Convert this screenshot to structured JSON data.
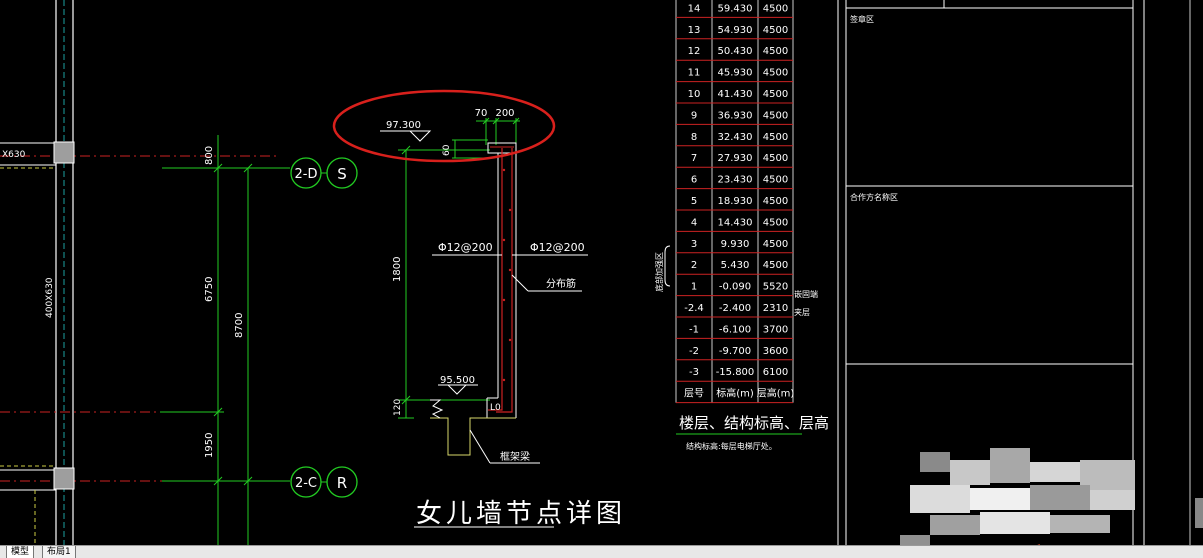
{
  "tabs": [
    {
      "label": "模型",
      "active": true
    },
    {
      "label": "布局1",
      "active": false
    }
  ],
  "colors": {
    "background": "#000000",
    "line_green": "#22cc22",
    "line_red": "#cc2222",
    "line_white": "#ffffff",
    "line_yellow": "#d8d86a",
    "circle_red": "#d8201c",
    "table_line": "#cc2222",
    "axis_cyan": "#22c8c8"
  },
  "left_plan": {
    "beam_label_top": "X630",
    "column_label": "400X630",
    "dims": [
      "800",
      "6750",
      "1950"
    ],
    "total_dim": "8700",
    "grid_tags": [
      {
        "axis": "2-D",
        "letter": "S"
      },
      {
        "axis": "2-C",
        "letter": "R"
      }
    ]
  },
  "detail": {
    "title": "女儿墙节点详图",
    "elev_top": "97.300",
    "elev_bottom": "95.500",
    "dim_70": "70",
    "dim_200": "200",
    "dim_60": "60",
    "dim_1800": "1800",
    "dim_120": "120",
    "rebar_left": "Φ12@200",
    "rebar_right": "Φ12@200",
    "note_fenbujin": "分布筋",
    "note_kuangjialiang": "框架梁"
  },
  "floor_table": {
    "rows": [
      {
        "floor": "14",
        "elev": "59.430",
        "height": "4500"
      },
      {
        "floor": "13",
        "elev": "54.930",
        "height": "4500"
      },
      {
        "floor": "12",
        "elev": "50.430",
        "height": "4500"
      },
      {
        "floor": "11",
        "elev": "45.930",
        "height": "4500"
      },
      {
        "floor": "10",
        "elev": "41.430",
        "height": "4500"
      },
      {
        "floor": "9",
        "elev": "36.930",
        "height": "4500"
      },
      {
        "floor": "8",
        "elev": "32.430",
        "height": "4500"
      },
      {
        "floor": "7",
        "elev": "27.930",
        "height": "4500"
      },
      {
        "floor": "6",
        "elev": "23.430",
        "height": "4500"
      },
      {
        "floor": "5",
        "elev": "18.930",
        "height": "4500"
      },
      {
        "floor": "4",
        "elev": "14.430",
        "height": "4500"
      },
      {
        "floor": "3",
        "elev": "9.930",
        "height": "4500"
      },
      {
        "floor": "2",
        "elev": "5.430",
        "height": "4500"
      },
      {
        "floor": "1",
        "elev": "-0.090",
        "height": "5520"
      },
      {
        "floor": "-2.4",
        "elev": "-2.400",
        "height": "2310"
      },
      {
        "floor": "-1",
        "elev": "-6.100",
        "height": "3700"
      },
      {
        "floor": "-2",
        "elev": "-9.700",
        "height": "3600"
      },
      {
        "floor": "-3",
        "elev": "-15.800",
        "height": "6100"
      }
    ],
    "header": {
      "floor": "层号",
      "elev": "标高(m)",
      "height": "层高(m)"
    },
    "side_label_left": "底部加强区",
    "side_label_right_1": "嵌固端",
    "side_label_right_2": "夹层",
    "title": "楼层、结构标高、层高",
    "note": "结构标高:每层电梯厅处。"
  },
  "title_block": {
    "label_1": "签章区",
    "label_2": "合作方名称区"
  }
}
